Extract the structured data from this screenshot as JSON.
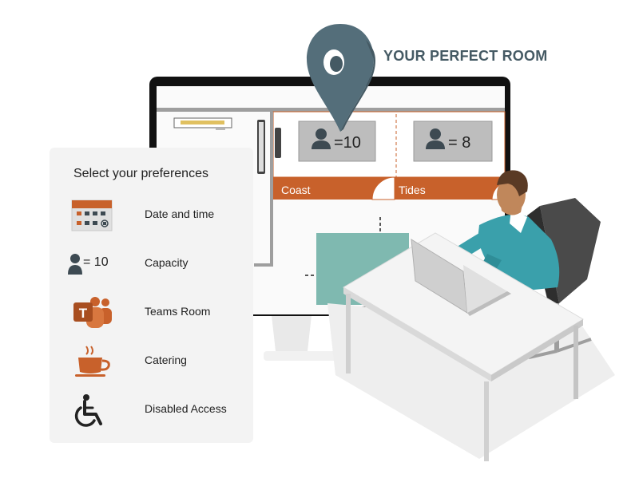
{
  "headline": "YOUR PERFECT ROOM",
  "panel": {
    "title": "Select your preferences",
    "items": [
      {
        "label": "Date and time",
        "icon": "calendar-icon"
      },
      {
        "label": "Capacity",
        "icon": "person-icon",
        "count_text": "= 10"
      },
      {
        "label": "Teams Room",
        "icon": "teams-icon"
      },
      {
        "label": "Catering",
        "icon": "coffee-cup-icon"
      },
      {
        "label": "Disabled Access",
        "icon": "wheelchair-icon"
      }
    ]
  },
  "floorplan": {
    "rooms": [
      {
        "name": "Coast",
        "capacity_text": "=10"
      },
      {
        "name": "Tides",
        "capacity_text": "= 8"
      }
    ]
  },
  "colors": {
    "accent_orange": "#c8612b",
    "headline": "#455a64",
    "pin": "#546e7a",
    "teal_desk": "#7fb9b0",
    "shirt": "#3aa0ab",
    "monitor_frame": "#111111"
  }
}
